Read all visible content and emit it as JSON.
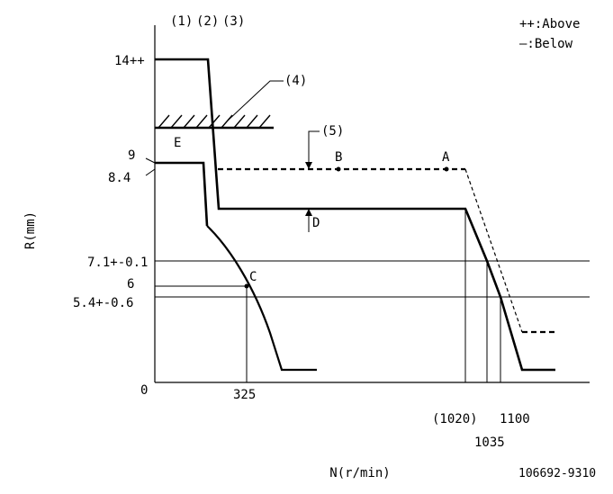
{
  "title_labels": {
    "l1": "(1)",
    "l2": "(2)",
    "l3": "(3)"
  },
  "legend": {
    "above": "++:Above",
    "below": "—:Below"
  },
  "axes": {
    "y_label": "R(mm)",
    "x_label": "N(r/min)",
    "origin": "0"
  },
  "y_ticks": {
    "t14": "14++",
    "t9": "9",
    "t84": "8.4",
    "t71": "7.1+-0.1",
    "t6": "6",
    "t54": "5.4+-0.6"
  },
  "x_ticks": {
    "t325": "325",
    "t1020": "(1020)",
    "t1035": "1035",
    "t1100": "1100"
  },
  "callouts": {
    "c4": "(4)",
    "c5": "(5)"
  },
  "points": {
    "A": "A",
    "B": "B",
    "C": "C",
    "D": "D",
    "E": "E"
  },
  "drawing_id": "106692-9310"
}
